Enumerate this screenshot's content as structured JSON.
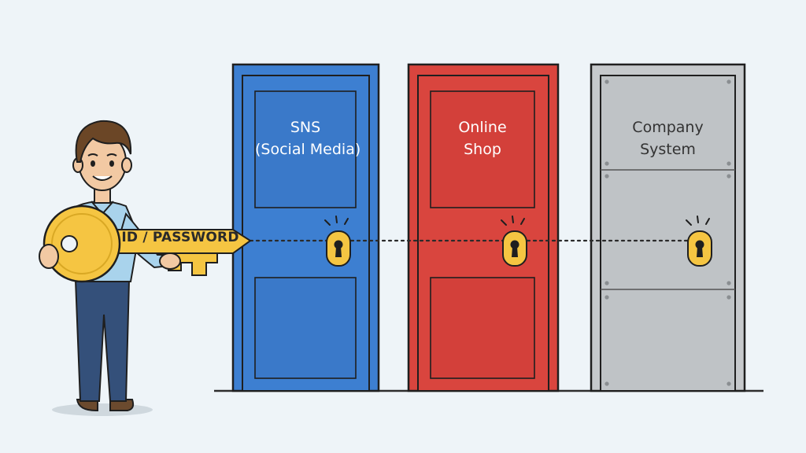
{
  "colors": {
    "background": "#eef4f8",
    "sns_door": "#3d7fd1",
    "shop_door": "#d9453e",
    "company_door": "#bfc3c6",
    "key": "#f5c542",
    "lock": "#f5c542"
  },
  "icons": [
    "person-figure",
    "key-icon",
    "door",
    "keyhole-lock-icon"
  ],
  "key": {
    "label": "ID / PASSWORD"
  },
  "doors": [
    {
      "name": "sns",
      "line1": "SNS",
      "line2": "(Social Media)"
    },
    {
      "name": "shop",
      "line1": "Online",
      "line2": "Shop"
    },
    {
      "name": "company",
      "line1": "Company",
      "line2": "System"
    }
  ]
}
